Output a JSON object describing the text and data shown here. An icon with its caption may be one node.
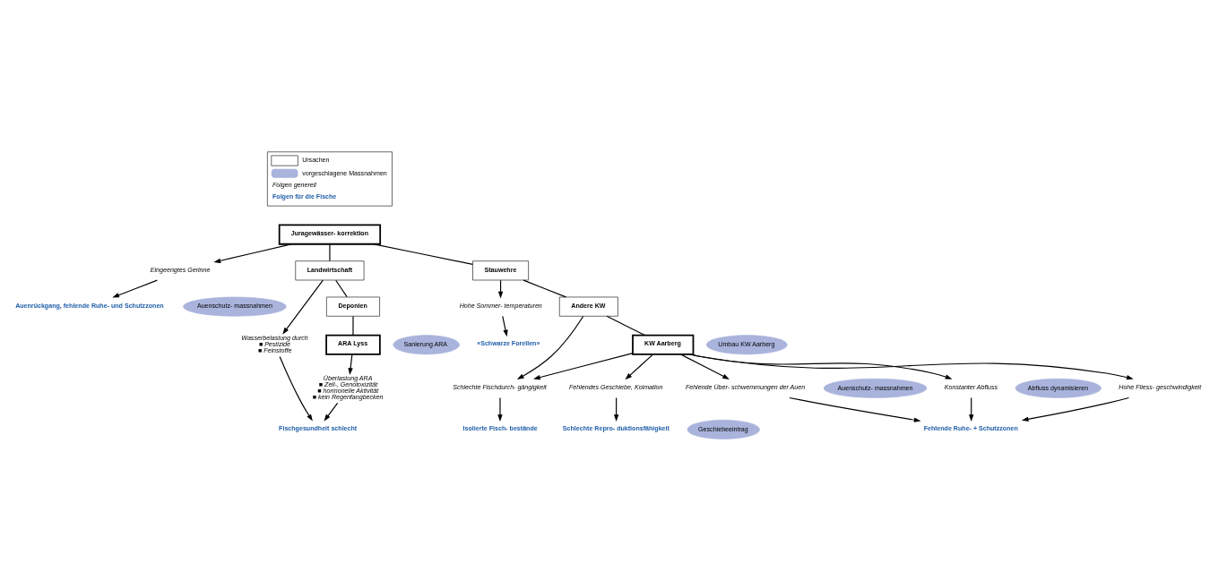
{
  "diagram": {
    "nodes": [
      {
        "text": [
          "Juragewässer- korrektion"
        ]
      },
      {
        "text": [
          "Eingeengtes Gerinne"
        ]
      },
      {
        "text": [
          "Auenrückgang, fehlende Ruhe- und Schutzzonen"
        ]
      },
      {
        "text": [
          "Auenschutz- massnahmen"
        ]
      },
      {
        "text": [
          "Landwirtschaft"
        ]
      },
      {
        "text": [
          "Stauwehre"
        ]
      },
      {
        "text": [
          "Hohe Sommer- temperaturen"
        ]
      },
      {
        "text": [
          "«Schwarze Forellen»"
        ]
      },
      {
        "text": [
          "Wasserbelastung durch",
          "■ Pestizide",
          "■ Feinstoffe"
        ]
      },
      {
        "text": [
          "Schlechte Fischdurch- gängigkeit"
        ]
      },
      {
        "text": [
          "Isolierte Fisch- bestände"
        ]
      },
      {
        "text": [
          "Deponien"
        ]
      },
      {
        "text": [
          "Andere KW"
        ]
      },
      {
        "text": [
          "Fischgesundheit schlecht"
        ]
      },
      {
        "text": [
          "ARA Lyss"
        ]
      },
      {
        "text": [
          "Sanierung ARA"
        ]
      },
      {
        "text": [
          "KW Aarberg"
        ]
      },
      {
        "text": [
          "Umbau KW Aarberg"
        ]
      },
      {
        "text": [
          "Fehlendes Geschiebe, Kolmation"
        ]
      },
      {
        "text": [
          "Schlechte Repro- duktionsfähigkeit"
        ]
      },
      {
        "text": [
          "Geschiebeeintrag"
        ]
      },
      {
        "text": [
          "Überlastung ARA",
          "■ Zell-, Genotoxizität",
          "■ hormonelle Aktivität",
          "■ kein Regenfangbecken"
        ]
      },
      {
        "text": [
          "Fehlende Über- schwemmungen der Auen"
        ]
      },
      {
        "text": [
          "Konstanter Abfluss"
        ]
      },
      {
        "text": [
          "Abfluss dynamisieren"
        ]
      },
      {
        "text": [
          "Auenschutz- massnahmen"
        ]
      },
      {
        "text": [
          "Hohe Fliess- geschwindigkeit"
        ]
      },
      {
        "text": [
          "Fehlende Ruhe- + Schutzzonen"
        ]
      }
    ],
    "edges": [
      {
        "from": 0,
        "to": 1,
        "arrow": "to"
      },
      {
        "from": 1,
        "to": 2,
        "arrow": "to"
      },
      {
        "from": 0,
        "to": 4,
        "arrow": "none"
      },
      {
        "from": 0,
        "to": 5,
        "arrow": "none"
      },
      {
        "from": 5,
        "to": 6,
        "arrow": "to"
      },
      {
        "from": 6,
        "to": 7,
        "arrow": "to"
      },
      {
        "from": 4,
        "to": 8,
        "arrow": "to"
      },
      {
        "from": 4,
        "to": 11,
        "arrow": "none"
      },
      {
        "from": 5,
        "to": 12,
        "arrow": "none"
      },
      {
        "from": 12,
        "to": 9,
        "arrow": "to"
      },
      {
        "from": 9,
        "to": 10,
        "arrow": "to"
      },
      {
        "from": 11,
        "to": 14,
        "arrow": "none"
      },
      {
        "from": 12,
        "to": 16,
        "arrow": "none"
      },
      {
        "from": 16,
        "to": 9,
        "arrow": "to"
      },
      {
        "from": 8,
        "to": 13,
        "arrow": "to"
      },
      {
        "from": 21,
        "to": 13,
        "arrow": "to"
      },
      {
        "from": 14,
        "to": 21,
        "arrow": "to"
      },
      {
        "from": 16,
        "to": 18,
        "arrow": "to"
      },
      {
        "from": 18,
        "to": 19,
        "arrow": "to"
      },
      {
        "from": 16,
        "to": 22,
        "arrow": "to"
      },
      {
        "from": 16,
        "to": 23,
        "arrow": "to"
      },
      {
        "from": 16,
        "to": 26,
        "arrow": "to"
      },
      {
        "from": 22,
        "to": 27,
        "arrow": "to"
      },
      {
        "from": 23,
        "to": 27,
        "arrow": "to"
      },
      {
        "from": 26,
        "to": 27,
        "arrow": "to"
      }
    ],
    "legend": [
      {
        "text": "Ursachen"
      },
      {
        "text": "vorgeschlagene Massnahmen",
        "color": "#a9b3dc"
      },
      {
        "text": "Folgen generell"
      },
      {
        "text": "Folgen für die Fische"
      }
    ]
  }
}
